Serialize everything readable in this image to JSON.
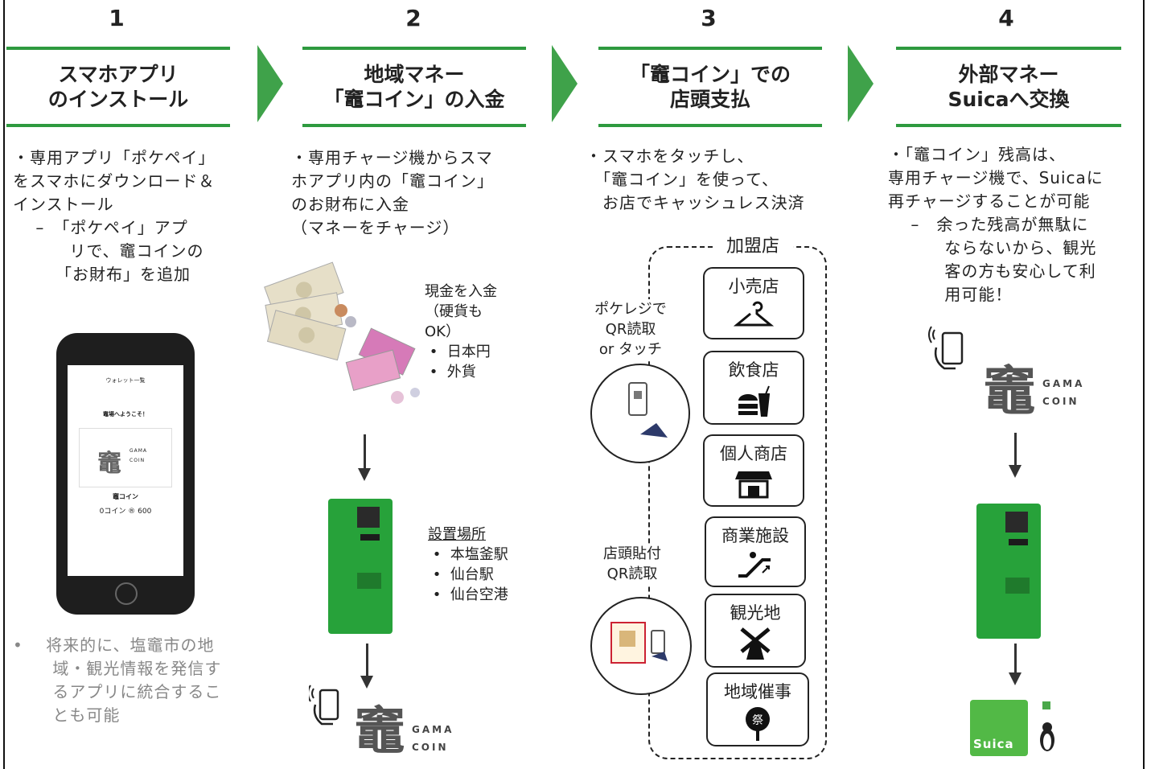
{
  "steps": [
    {
      "num": "1",
      "title": [
        "スマホアプリ",
        "のインストール"
      ]
    },
    {
      "num": "2",
      "title": [
        "地域マネー",
        "「竈コイン」の入金"
      ]
    },
    {
      "num": "3",
      "title": [
        "「竈コイン」での",
        "店頭支払"
      ]
    },
    {
      "num": "4",
      "title": [
        "外部マネー",
        "Suicaへ交換"
      ]
    }
  ],
  "col1": {
    "desc": "・専用アプリ「ポケペイ」\nをスマホにダウンロード＆\nインストール\n　 –　「ポケペイ」アプ\n　　　 リで、竈コインの\n　　　「お財布」を追加",
    "phone": {
      "wallet": "ウォレット一覧",
      "welcome": "竈場へようこそ！",
      "coin": "竈コイン",
      "balance": "0コイン ® 600"
    },
    "note": "•　 将来的に、塩竈市の地\n　　 域・観光情報を発信す\n　　 るアプリに統合するこ\n　　 とも可能"
  },
  "col2": {
    "desc": "・専用チャージ機からスマ\nホアプリ内の「竈コイン」\nのお財布に入金\n（マネーをチャージ）",
    "cash": "現金を入金\n（硬貨も\nOK）\n •  日本円\n •  外貨",
    "place_title": "設置場所",
    "places": " •  本塩釜駅\n •  仙台駅\n •  仙台空港"
  },
  "col3": {
    "desc": "・スマホをタッチし、\n　「竈コイン」を使って、\n　お店でキャッシュレス決済",
    "pocket": "ポケレジで\nQR読取\nor タッチ",
    "storefront": "店頭貼付\nQR読取",
    "member_title": "加盟店",
    "members": [
      "小売店",
      "飲食店",
      "個人商店",
      "商業施設",
      "観光地",
      "地域催事"
    ]
  },
  "col4": {
    "desc": "・「竈コイン」残高は、\n専用チャージ機で、Suicaに\n再チャージすることが可能\n　 –　余った残高が無駄に\n　　　 ならないから、観光\n　　　 客の方も安心して利\n　　　 用可能！",
    "suica": "Suica"
  },
  "logo": {
    "kanji": "竈",
    "line1": "GAMA",
    "line2": "COIN"
  },
  "colors": {
    "green": "#2e9a3f",
    "arrow": "#3fa24a",
    "machine": "#27a23a"
  }
}
